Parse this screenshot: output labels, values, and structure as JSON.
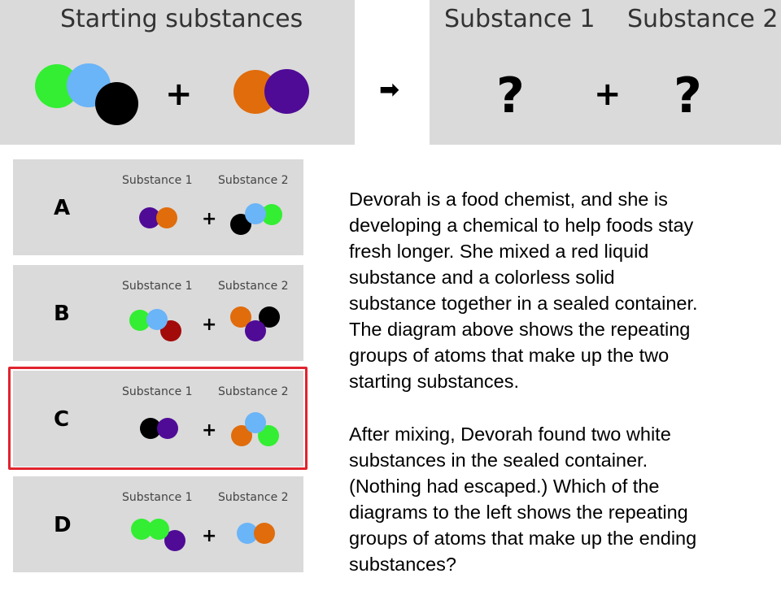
{
  "top": {
    "starting_title": "Starting substances",
    "sub1_title": "Substance 1",
    "sub2_title": "Substance 2",
    "plus": "+",
    "arrow": "➡",
    "question_mark": "?"
  },
  "options": {
    "caption_1": "Substance 1",
    "caption_2": "Substance 2",
    "plus": "+",
    "items": [
      {
        "letter": "A"
      },
      {
        "letter": "B"
      },
      {
        "letter": "C"
      },
      {
        "letter": "D"
      }
    ],
    "selected": "C"
  },
  "question": {
    "paragraph_1": "Devorah is a food chemist, and she is\ndeveloping a chemical to help foods stay\nfresh longer. She mixed a red liquid\nsubstance and a colorless solid\nsubstance together in a sealed container.\nThe diagram above shows the repeating\ngroups of atoms that make up the two\nstarting substances.",
    "paragraph_2": "After mixing, Devorah found two white\nsubstances in the sealed container.\n(Nothing had escaped.) Which of the\ndiagrams to the left shows the repeating\ngroups of atoms that make up the ending\nsubstances?"
  },
  "colors": {
    "green": "#33ee33",
    "blue": "#6ab4f8",
    "black": "#000000",
    "orange": "#e06c0c",
    "purple": "#4f0b96",
    "darkred": "#a30a0a",
    "highlight": "#e0242e"
  }
}
